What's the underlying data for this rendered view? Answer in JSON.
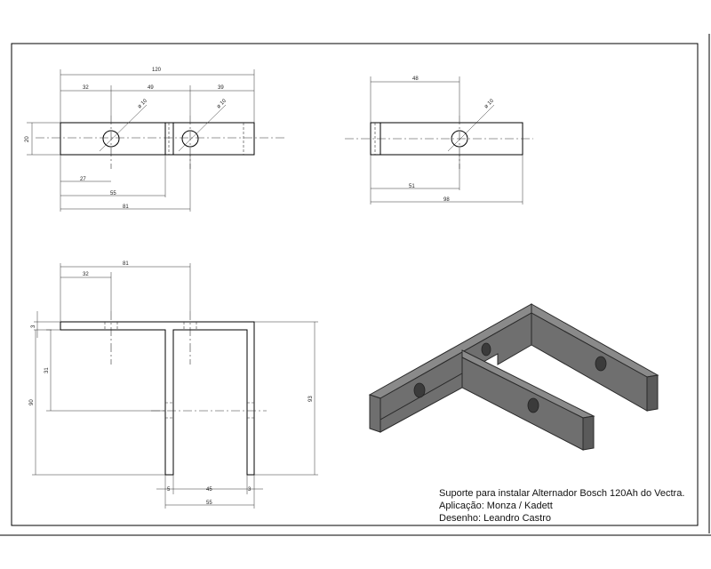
{
  "views": {
    "top_view": {
      "overall_length": "120",
      "seg_left": "32",
      "seg_mid": "49",
      "seg_right": "39",
      "height": "20",
      "hole_dia_left": "ø 10",
      "hole_dia_right": "ø 10",
      "from_left_27": "27",
      "from_left_55": "55",
      "from_left_81": "81"
    },
    "side_view": {
      "hole_pos_top": "48",
      "hole_dia": "ø 10",
      "hole_pos_bottom": "51",
      "overall_length": "98"
    },
    "front_view": {
      "width_81": "81",
      "hole_32": "32",
      "thickness_3": "3",
      "depth_31": "31",
      "height_90": "90",
      "height_93": "93",
      "bottom_5_left": "5",
      "bottom_45": "45",
      "bottom_3_right": "3",
      "bottom_55": "55"
    }
  },
  "title_block": {
    "line1": "Suporte para instalar Alternador Bosch 120Ah do Vectra.",
    "line2": "Aplicação: Monza / Kadett",
    "line3": "Desenho: Leandro Castro"
  },
  "colors": {
    "part_top": "#8a8a8a",
    "part_front": "#6f6f6f",
    "part_side": "#5a5a5a"
  }
}
